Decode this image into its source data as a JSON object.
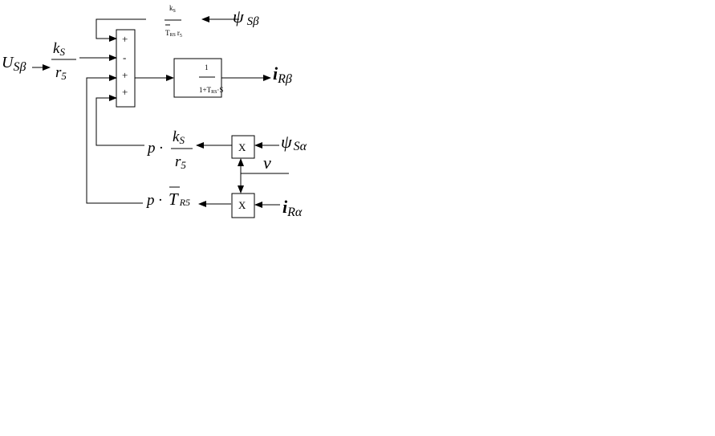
{
  "diagram": {
    "summer_signs": [
      "+",
      "-",
      "+",
      "+"
    ],
    "feedback_block": {
      "num": "k",
      "num_sub": "S",
      "den": "T",
      "den_sub": "RS",
      "den_tail": "r",
      "den_tail_sub": "5"
    },
    "input_gain": {
      "num": "k",
      "num_sub": "S",
      "den": "r",
      "den_sub": "5"
    },
    "transfer_block": {
      "num": "1",
      "den_pre": "1+T",
      "den_sub": "RS",
      "den_post": "·S"
    },
    "deriv_block_1": {
      "prefix": "p ·",
      "num": "k",
      "num_sub": "S",
      "den": "r",
      "den_sub": "5"
    },
    "deriv_block_2": {
      "prefix": "p ·",
      "main": "T",
      "sub": "R5"
    },
    "multipliers": [
      "X",
      "X"
    ],
    "signals": {
      "u_s_beta": {
        "main": "U",
        "sub": "Sβ"
      },
      "psi_s_beta": {
        "main": "ψ",
        "sub": "Sβ"
      },
      "i_r_beta": {
        "main": "i",
        "sub": "Rβ"
      },
      "psi_s_alpha": {
        "main": "ψ",
        "sub": "Sα"
      },
      "nu": {
        "main": "ν"
      },
      "i_r_alpha": {
        "main": "i",
        "sub": "Rα"
      }
    }
  }
}
